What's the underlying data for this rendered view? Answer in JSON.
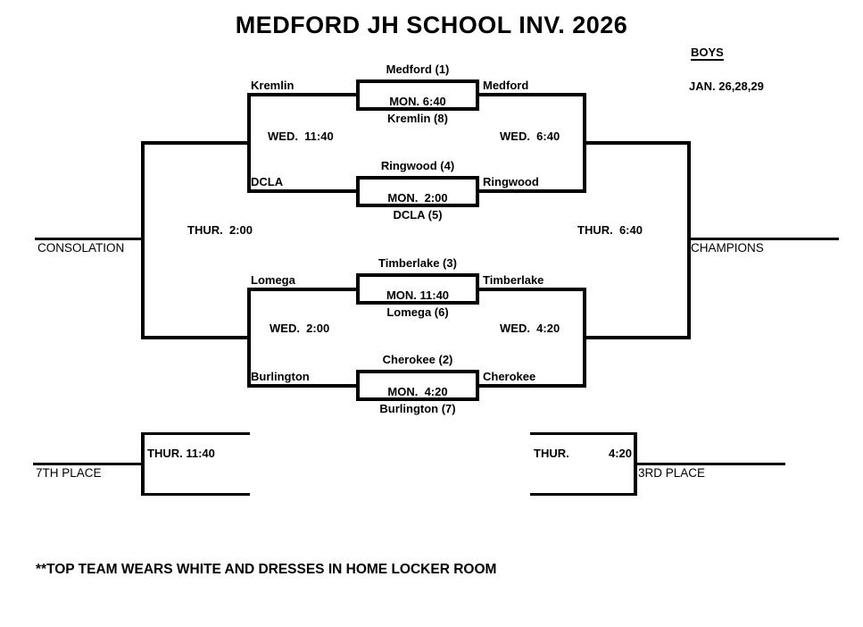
{
  "title": "MEDFORD JH SCHOOL INV.  2026",
  "header": {
    "division": "BOYS",
    "dates": "JAN. 26,28,29"
  },
  "games": {
    "g1": {
      "top_seed": "Medford (1)",
      "time": "MON. 6:40",
      "bottom_seed": "Kremlin (8)",
      "loser_to_left": "Kremlin",
      "winner_to_right": "Medford"
    },
    "g2": {
      "top_seed": "Ringwood (4)",
      "time": "MON.  2:00",
      "bottom_seed": "DCLA (5)",
      "loser_to_left": "DCLA",
      "winner_to_right": "Ringwood"
    },
    "g3": {
      "top_seed": "Timberlake (3)",
      "time": "MON. 11:40",
      "bottom_seed": "Lomega (6)",
      "loser_to_left": "Lomega",
      "winner_to_right": "Timberlake"
    },
    "g4": {
      "top_seed": "Cherokee (2)",
      "time": "MON.  4:20",
      "bottom_seed": "Burlington (7)",
      "loser_to_left": "Burlington",
      "winner_to_right": "Cherokee"
    }
  },
  "semifinals": {
    "consolation_top_time": "WED.  11:40",
    "consolation_bottom_time": "WED.  2:00",
    "winners_top_time": "WED.  6:40",
    "winners_bottom_time": "WED.  4:20"
  },
  "finals": {
    "consolation_time": "THUR.  2:00",
    "consolation_label": "CONSOLATION",
    "championship_time": "THUR.  6:40",
    "champions_label": "CHAMPIONS"
  },
  "placement_games": {
    "seventh": {
      "time": "THUR. 11:40",
      "label": "7TH PLACE"
    },
    "third": {
      "day": "THUR.",
      "time": "4:20",
      "label": "3RD PLACE"
    }
  },
  "footnote": "**TOP TEAM WEARS WHITE AND DRESSES IN HOME LOCKER ROOM",
  "colors": {
    "line": "#000000",
    "background": "#ffffff",
    "text": "#000000"
  }
}
